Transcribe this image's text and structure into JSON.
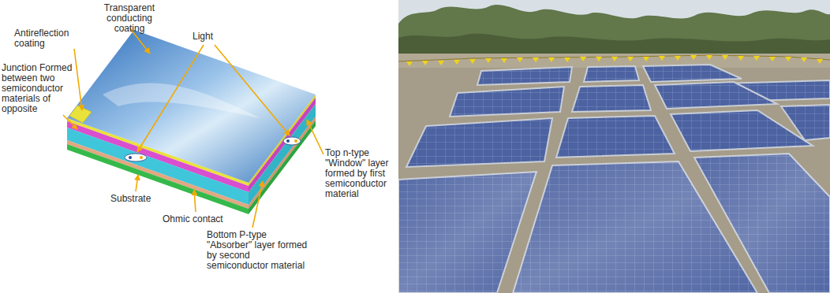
{
  "diagram": {
    "labels": [
      "Transparent conducting coating",
      "Light",
      "Antireflection coating",
      "Junction Formed between two semiconductor materials of opposite",
      "Substrate",
      "Ohmic contact",
      "Top n-type \"Window\" layer formed by first semiconductor material",
      "Bottom P-type \"Absorber\" layer formed by second semiconductor material"
    ]
  }
}
